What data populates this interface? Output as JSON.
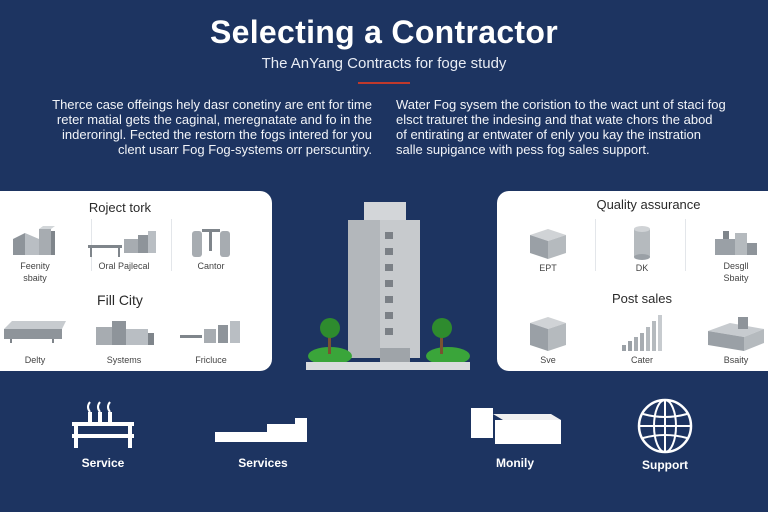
{
  "header": {
    "title": "Selecting a Contractor",
    "subtitle": "The AnYang Contracts for foge study"
  },
  "intro": {
    "left_lines": [
      "Therce case offeings hely dasr conetiny are ent for time",
      "reter matial gets the caginal, meregnatate and fo in the",
      "inderoringl. Fected the restorn the fogs intered for you",
      "clent usarr Fog Fog-systems  orr perscuntiry."
    ],
    "right_lines": [
      "Water Fog sysem the coristion to the wact unt of staci fog",
      "elsct traturet the indesing and that wate chors the abod",
      "of entirating ar entwater of enly you kay the instration",
      "salle supigance with pess fog sales support."
    ]
  },
  "left_panel": {
    "heading_top": "Roject tork",
    "heading_mid": "Fill City",
    "items_top": [
      {
        "icon": "factory-icon",
        "caption_lines": [
          "Feenity",
          "sbaity"
        ]
      },
      {
        "icon": "conveyor-icon",
        "caption_lines": [
          "Oral Pajlecal"
        ]
      },
      {
        "icon": "tank-icon",
        "caption_lines": [
          "Cantor"
        ]
      }
    ],
    "items_bottom": [
      {
        "icon": "warehouse-icon",
        "caption_lines": [
          "Delty"
        ]
      },
      {
        "icon": "plant-icon",
        "caption_lines": [
          "Systems"
        ]
      },
      {
        "icon": "machinery-icon",
        "caption_lines": [
          "Fricluce"
        ]
      }
    ]
  },
  "right_panel": {
    "heading_top": "Quality assurance",
    "heading_mid": "Post sales",
    "items_top": [
      {
        "icon": "cube-icon",
        "caption_lines": [
          "EPT"
        ]
      },
      {
        "icon": "cylinder-icon",
        "caption_lines": [
          "DK"
        ]
      },
      {
        "icon": "factory-icon",
        "caption_lines": [
          "Desgll",
          "Sbaity"
        ]
      }
    ],
    "items_bottom": [
      {
        "icon": "block-icon",
        "caption_lines": [
          "Sve"
        ]
      },
      {
        "icon": "bar-graph-icon",
        "caption_lines": [
          "Cater"
        ]
      },
      {
        "icon": "house-icon",
        "caption_lines": [
          "Bsaity"
        ]
      }
    ]
  },
  "bottom_row": [
    {
      "icon": "production-line-icon",
      "label": "Service"
    },
    {
      "icon": "platform-icon",
      "label": "Services"
    },
    {
      "icon": "boxes-icon",
      "label": "Monily"
    },
    {
      "icon": "globe-icon",
      "label": "Support"
    }
  ],
  "colors": {
    "background": "#1d3461",
    "accent": "#c0392b",
    "panel": "#ffffff",
    "icon_gray": "#9aa0a6",
    "tree_green": "#3aa53a"
  }
}
